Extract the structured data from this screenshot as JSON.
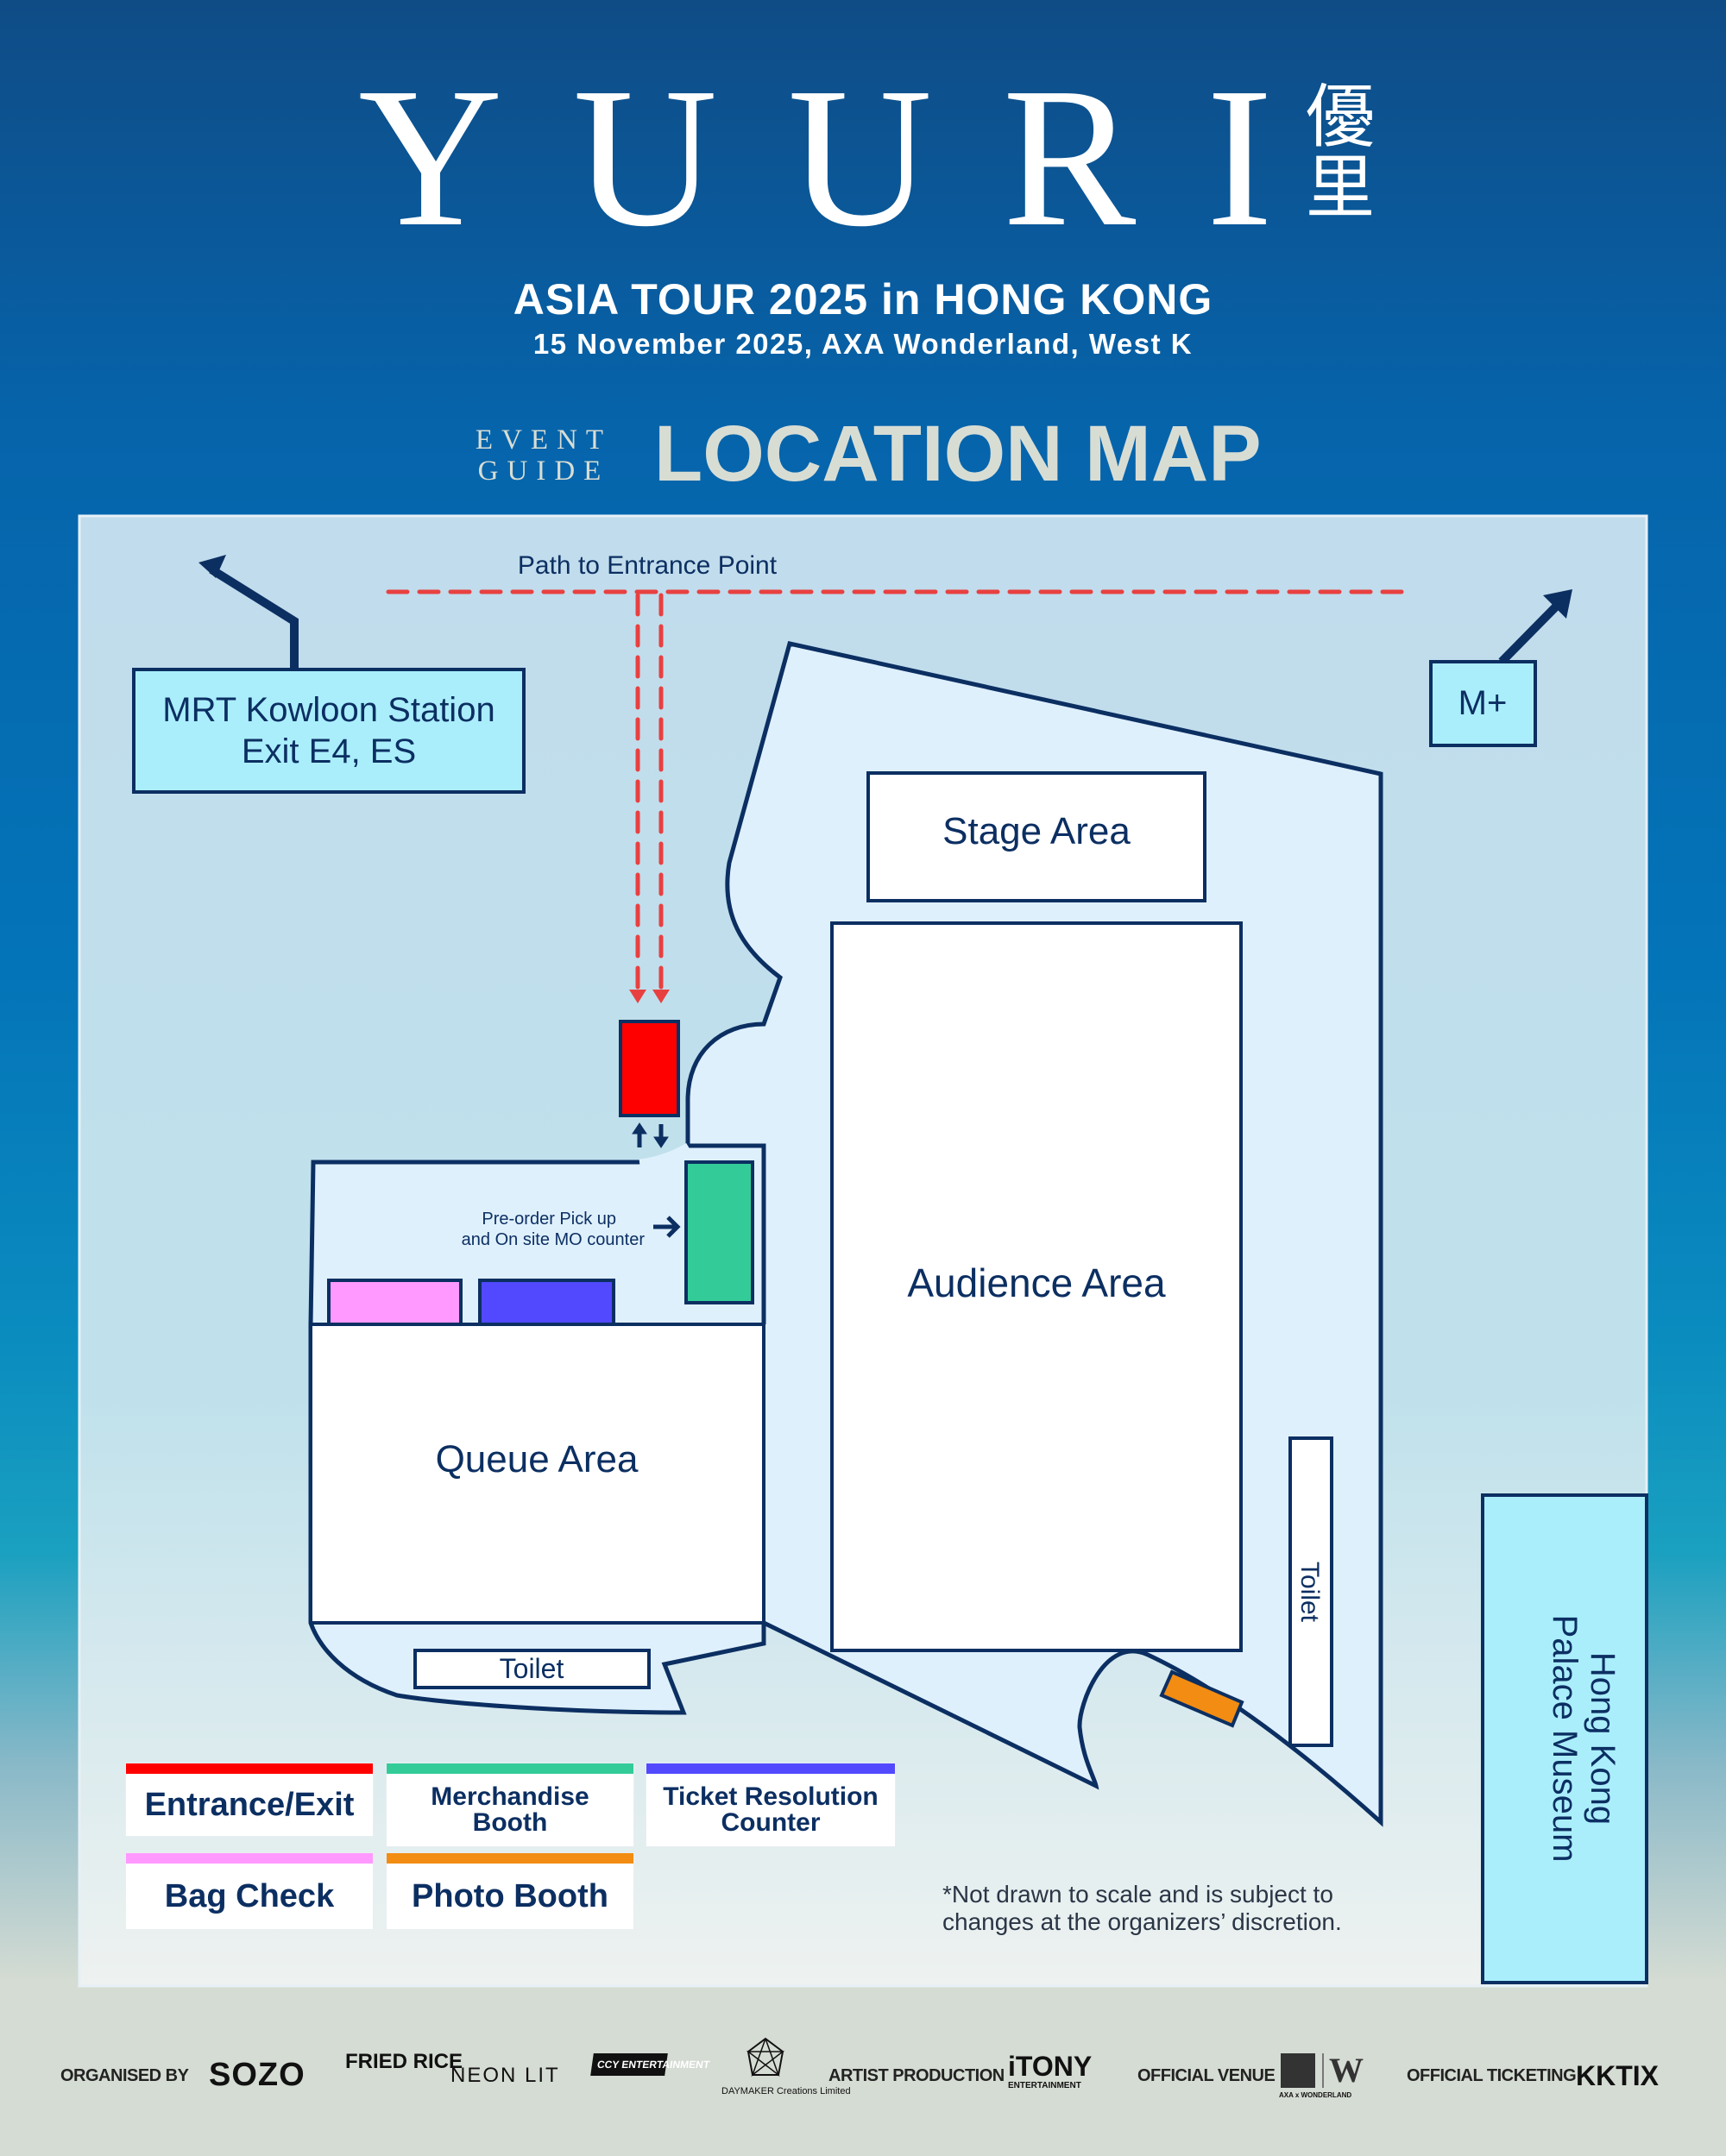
{
  "header": {
    "artist": "YUURI",
    "artist_kanji_1": "優",
    "artist_kanji_2": "里",
    "tour_title": "ASIA TOUR 2025 in HONG KONG",
    "event_date_venue": "15 November 2025, AXA Wonderland, West K",
    "guide_label_1": "EVENT",
    "guide_label_2": "GUIDE",
    "page_title": "LOCATION MAP"
  },
  "map": {
    "path_label": "Path to Entrance Point",
    "mrt_station_line1": "MRT Kowloon Station",
    "mrt_station_line2": "Exit E4, ES",
    "m_plus": "M+",
    "stage_area": "Stage Area",
    "audience_area": "Audience Area",
    "queue_area": "Queue Area",
    "toilet_bottom": "Toilet",
    "toilet_right": "Toilet",
    "preorder_line1": "Pre-order Pick up",
    "preorder_line2": "and On site MO counter",
    "museum_line1": "Hong Kong",
    "museum_line2": "Palace Museum",
    "disclaimer_line1": "*Not drawn to scale and is subject to",
    "disclaimer_line2": "changes at the organizers’ discretion.",
    "colors": {
      "entrance": "#ff0000",
      "merchandise": "#33cc99",
      "ticket_resolution": "#5249ff",
      "bag_check": "#ff99ff",
      "photo_booth": "#f28c12",
      "path": "#e84040",
      "outline": "#0c2f62",
      "landmark_fill": "#aaeefc",
      "venue_fill": "#dff0fd"
    }
  },
  "legend": [
    {
      "label": "Entrance/Exit",
      "color": "#ff0000"
    },
    {
      "label_line1": "Merchandise",
      "label_line2": "Booth",
      "color": "#33cc99"
    },
    {
      "label_line1": "Ticket Resolution",
      "label_line2": "Counter",
      "color": "#5249ff"
    },
    {
      "label": "Bag Check",
      "color": "#ff99ff"
    },
    {
      "label": "Photo Booth",
      "color": "#f28c12"
    }
  ],
  "footer": {
    "organised_by": "ORGANISED BY",
    "organisers": [
      "SOZO",
      "FRIED RICE",
      "NEON LIT",
      "CCY ENTERTAINMENT",
      "DAYMAKER Creations Limited"
    ],
    "artist_production": "ARTIST PRODUCTION",
    "artist_production_logo": "iTONY",
    "artist_production_sub": "ENTERTAINMENT",
    "official_venue": "OFFICIAL VENUE",
    "venue_logo": "AXA x WONDERLAND",
    "official_ticketing": "OFFICIAL TICKETING",
    "ticketing_logo": "KKTIX"
  }
}
